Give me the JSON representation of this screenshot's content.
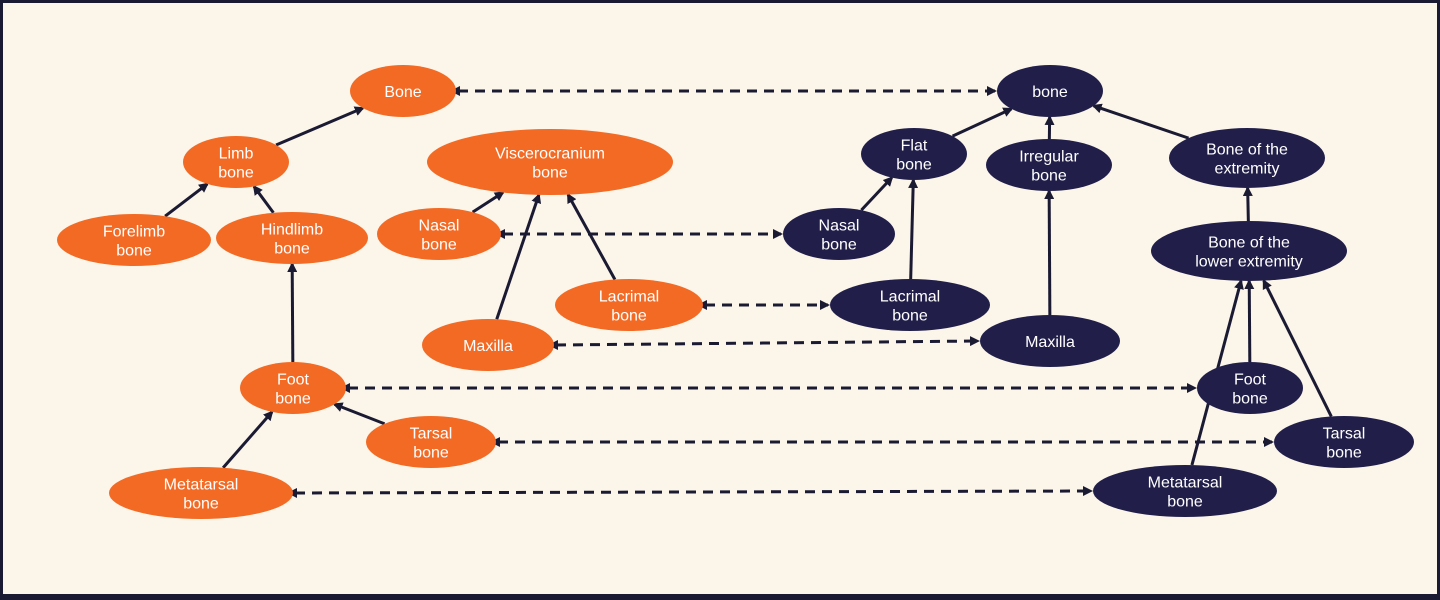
{
  "colors": {
    "background": "#fbf5ea",
    "border": "#1b1a33",
    "left_node": "#f26a24",
    "right_node": "#211f4a",
    "edge": "#1b1a33",
    "text": "#ffffff"
  },
  "nodes": [
    {
      "id": "L_bone",
      "side": "left",
      "lines": [
        "Bone"
      ]
    },
    {
      "id": "L_limb",
      "side": "left",
      "lines": [
        "Limb",
        "bone"
      ]
    },
    {
      "id": "L_forelimb",
      "side": "left",
      "lines": [
        "Forelimb",
        "bone"
      ]
    },
    {
      "id": "L_hindlimb",
      "side": "left",
      "lines": [
        "Hindlimb",
        "bone"
      ]
    },
    {
      "id": "L_viscero",
      "side": "left",
      "lines": [
        "Viscerocranium",
        "bone"
      ]
    },
    {
      "id": "L_nasal",
      "side": "left",
      "lines": [
        "Nasal",
        "bone"
      ]
    },
    {
      "id": "L_lacrimal",
      "side": "left",
      "lines": [
        "Lacrimal",
        "bone"
      ]
    },
    {
      "id": "L_maxilla",
      "side": "left",
      "lines": [
        "Maxilla"
      ]
    },
    {
      "id": "L_foot",
      "side": "left",
      "lines": [
        "Foot",
        "bone"
      ]
    },
    {
      "id": "L_tarsal",
      "side": "left",
      "lines": [
        "Tarsal",
        "bone"
      ]
    },
    {
      "id": "L_metatarsal",
      "side": "left",
      "lines": [
        "Metatarsal",
        "bone"
      ]
    },
    {
      "id": "R_bone",
      "side": "right",
      "lines": [
        "bone"
      ]
    },
    {
      "id": "R_flat",
      "side": "right",
      "lines": [
        "Flat",
        "bone"
      ]
    },
    {
      "id": "R_irregular",
      "side": "right",
      "lines": [
        "Irregular",
        "bone"
      ]
    },
    {
      "id": "R_extremity",
      "side": "right",
      "lines": [
        "Bone of the",
        "extremity"
      ]
    },
    {
      "id": "R_lower",
      "side": "right",
      "lines": [
        "Bone of the",
        "lower extremity"
      ]
    },
    {
      "id": "R_nasal",
      "side": "right",
      "lines": [
        "Nasal",
        "bone"
      ]
    },
    {
      "id": "R_lacrimal",
      "side": "right",
      "lines": [
        "Lacrimal",
        "bone"
      ]
    },
    {
      "id": "R_maxilla",
      "side": "right",
      "lines": [
        "Maxilla"
      ]
    },
    {
      "id": "R_foot",
      "side": "right",
      "lines": [
        "Foot",
        "bone"
      ]
    },
    {
      "id": "R_tarsal",
      "side": "right",
      "lines": [
        "Tarsal",
        "bone"
      ]
    },
    {
      "id": "R_metatarsal",
      "side": "right",
      "lines": [
        "Metatarsal",
        "bone"
      ]
    }
  ],
  "edges": [
    {
      "from": "L_limb",
      "to": "L_bone",
      "type": "is-a"
    },
    {
      "from": "L_forelimb",
      "to": "L_limb",
      "type": "is-a"
    },
    {
      "from": "L_hindlimb",
      "to": "L_limb",
      "type": "is-a"
    },
    {
      "from": "L_foot",
      "to": "L_hindlimb",
      "type": "is-a"
    },
    {
      "from": "L_metatarsal",
      "to": "L_foot",
      "type": "is-a"
    },
    {
      "from": "L_tarsal",
      "to": "L_foot",
      "type": "is-a"
    },
    {
      "from": "L_nasal",
      "to": "L_viscero",
      "type": "is-a"
    },
    {
      "from": "L_maxilla",
      "to": "L_viscero",
      "type": "is-a"
    },
    {
      "from": "L_lacrimal",
      "to": "L_viscero",
      "type": "is-a"
    },
    {
      "from": "R_flat",
      "to": "R_bone",
      "type": "is-a"
    },
    {
      "from": "R_irregular",
      "to": "R_bone",
      "type": "is-a"
    },
    {
      "from": "R_extremity",
      "to": "R_bone",
      "type": "is-a"
    },
    {
      "from": "R_nasal",
      "to": "R_flat",
      "type": "is-a"
    },
    {
      "from": "R_lacrimal",
      "to": "R_flat",
      "type": "is-a"
    },
    {
      "from": "R_maxilla",
      "to": "R_irregular",
      "type": "is-a"
    },
    {
      "from": "R_lower",
      "to": "R_extremity",
      "type": "is-a"
    },
    {
      "from": "R_metatarsal",
      "to": "R_lower",
      "type": "is-a"
    },
    {
      "from": "R_foot",
      "to": "R_lower",
      "type": "is-a"
    },
    {
      "from": "R_tarsal",
      "to": "R_lower",
      "type": "is-a"
    },
    {
      "from": "L_bone",
      "to": "R_bone",
      "type": "mapping"
    },
    {
      "from": "L_nasal",
      "to": "R_nasal",
      "type": "mapping"
    },
    {
      "from": "L_lacrimal",
      "to": "R_lacrimal",
      "type": "mapping"
    },
    {
      "from": "L_maxilla",
      "to": "R_maxilla",
      "type": "mapping"
    },
    {
      "from": "L_foot",
      "to": "R_foot",
      "type": "mapping"
    },
    {
      "from": "L_tarsal",
      "to": "R_tarsal",
      "type": "mapping"
    },
    {
      "from": "L_metatarsal",
      "to": "R_metatarsal",
      "type": "mapping"
    }
  ]
}
